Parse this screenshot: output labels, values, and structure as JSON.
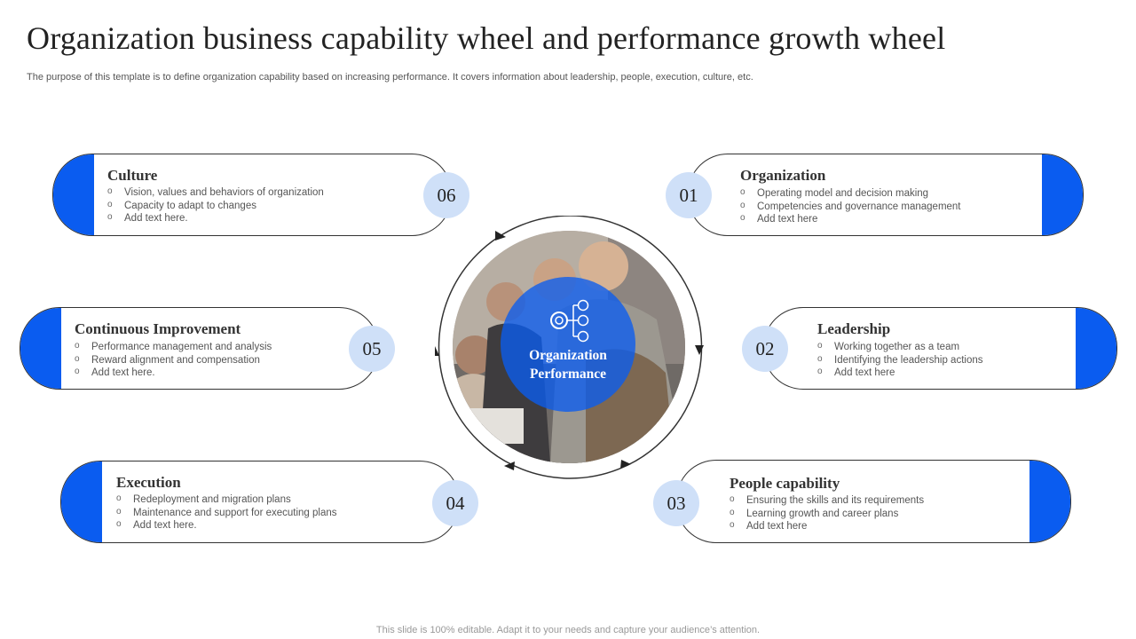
{
  "title": "Organization business capability wheel and performance growth wheel",
  "subtitle": "The purpose of this template is to define organization capability based on increasing performance. It covers information about leadership, people, execution, culture, etc.",
  "center": {
    "line1": "Organization",
    "line2": "Performance"
  },
  "colors": {
    "accent": "#0a5cf0",
    "number_bg": "#cfe0f8",
    "border": "#333333"
  },
  "cards": {
    "culture": {
      "number": "06",
      "title": "Culture",
      "bullets": [
        "Vision, values and behaviors of organization",
        "Capacity to adapt to changes",
        "Add text here."
      ]
    },
    "improvement": {
      "number": "05",
      "title": "Continuous Improvement",
      "bullets": [
        "Performance management and analysis",
        "Reward alignment and compensation",
        "Add text here."
      ]
    },
    "execution": {
      "number": "04",
      "title": "Execution",
      "bullets": [
        "Redeployment and migration plans",
        "Maintenance and support for executing plans",
        "Add text here."
      ]
    },
    "organization": {
      "number": "01",
      "title": "Organization",
      "bullets": [
        "Operating model and decision making",
        "Competencies and governance management",
        "Add text here"
      ]
    },
    "leadership": {
      "number": "02",
      "title": "Leadership",
      "bullets": [
        "Working together as a team",
        "Identifying the leadership actions",
        "Add text here"
      ]
    },
    "people": {
      "number": "03",
      "title": "People capability",
      "bullets": [
        "Ensuring the skills and its requirements",
        "Learning growth and career plans",
        "Add text here"
      ]
    }
  },
  "footer": "This slide is 100% editable. Adapt it to your needs and capture your audience’s attention."
}
